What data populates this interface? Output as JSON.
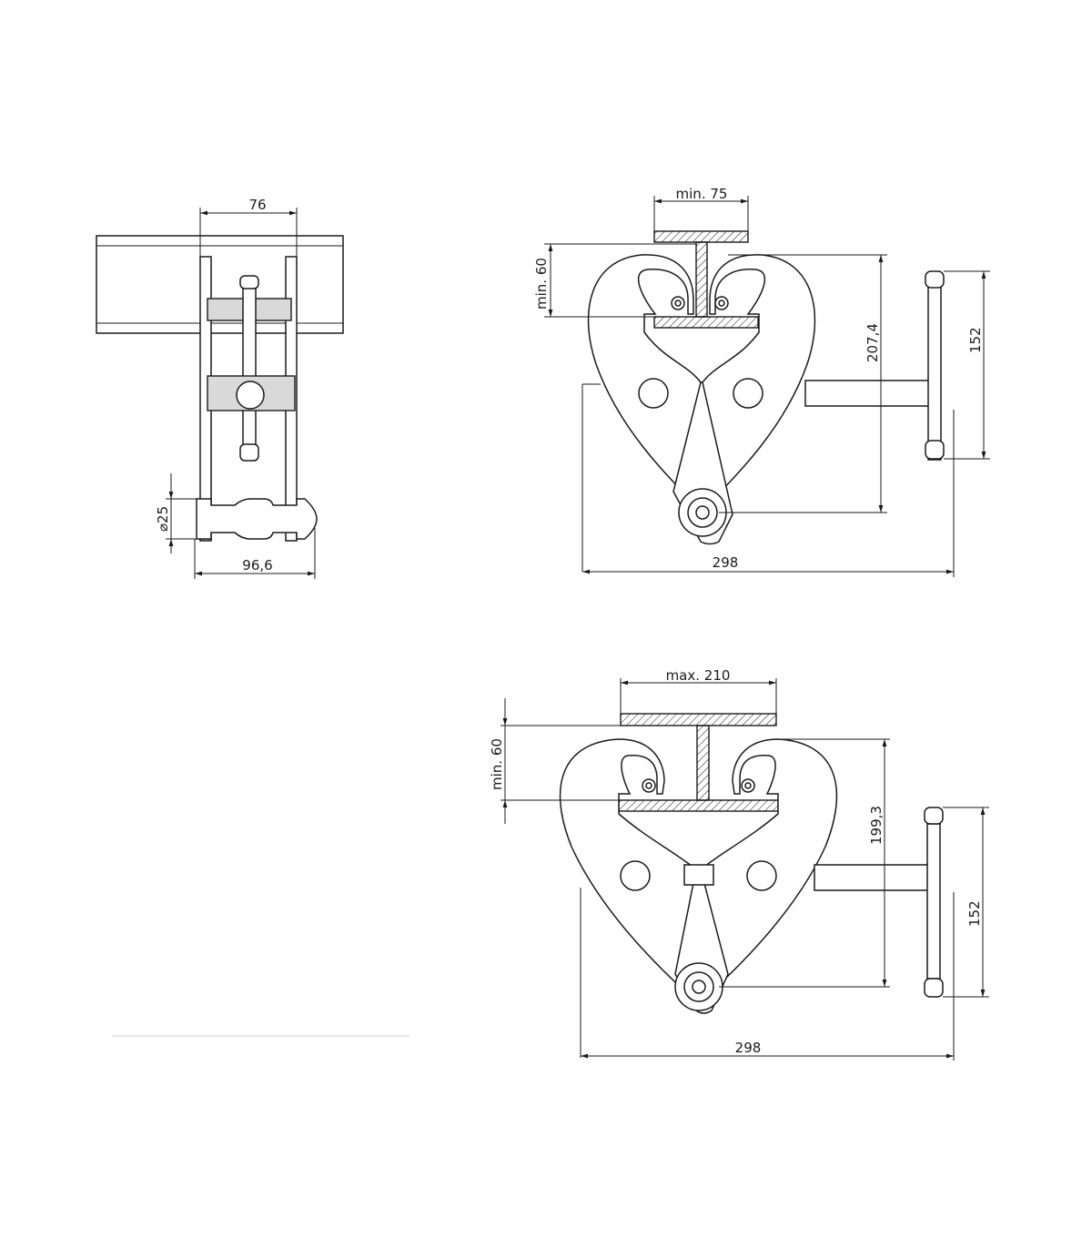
{
  "side_view": {
    "width_top": "76",
    "pin_diameter": "⌀25",
    "width_bottom": "96,6"
  },
  "clamp_min_view": {
    "flange_width": "min. 75",
    "flange_thickness": "min. 60",
    "height": "207,4",
    "handle_length": "152",
    "overall_width": "298"
  },
  "clamp_max_view": {
    "flange_width": "max. 210",
    "flange_thickness": "min. 60",
    "height": "199,3",
    "handle_length": "152",
    "overall_width": "298"
  }
}
